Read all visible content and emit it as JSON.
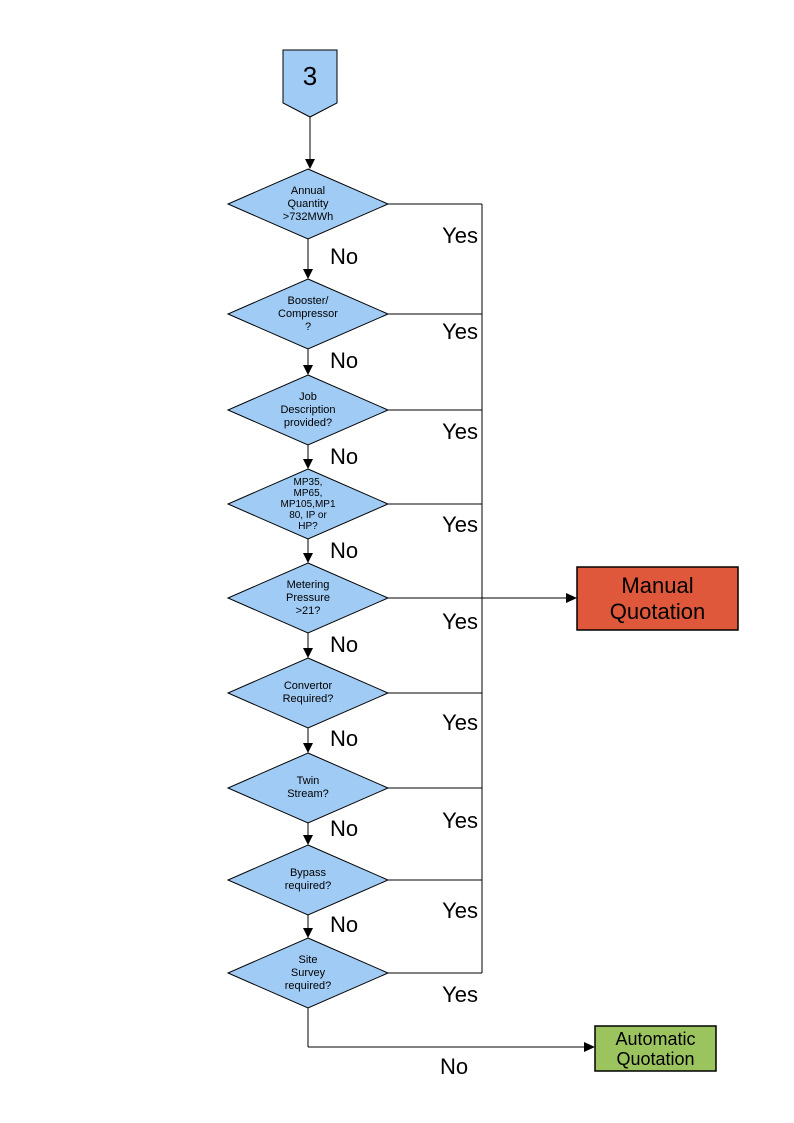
{
  "diagram": {
    "connector": {
      "label": "3"
    },
    "decisions": [
      {
        "id": "annual-quantity",
        "label": "Annual\nQuantity\n>732MWh",
        "yes": "Yes",
        "no": "No"
      },
      {
        "id": "booster-compressor",
        "label": "Booster/\nCompressor\n?",
        "yes": "Yes",
        "no": "No"
      },
      {
        "id": "job-description",
        "label": "Job\nDescription\nprovided?",
        "yes": "Yes",
        "no": "No"
      },
      {
        "id": "meter-type",
        "label": "MP35,\nMP65,\nMP105,MP1\n80, IP or\nHP?",
        "yes": "Yes",
        "no": "No"
      },
      {
        "id": "metering-pressure",
        "label": "Metering\nPressure\n>21?",
        "yes": "Yes",
        "no": "No"
      },
      {
        "id": "convertor-required",
        "label": "Convertor\nRequired?",
        "yes": "Yes",
        "no": "No"
      },
      {
        "id": "twin-stream",
        "label": "Twin\nStream?",
        "yes": "Yes",
        "no": "No"
      },
      {
        "id": "bypass-required",
        "label": "Bypass\nrequired?",
        "yes": "Yes",
        "no": "No"
      },
      {
        "id": "site-survey",
        "label": "Site\nSurvey\nrequired?",
        "yes": "Yes",
        "no": "No"
      }
    ],
    "outcomes": {
      "manual": {
        "label": "Manual\nQuotation"
      },
      "automatic": {
        "label": "Automatic\nQuotation"
      }
    },
    "colors": {
      "node_fill": "#9FCBF5",
      "manual_fill": "#E0583B",
      "automatic_fill": "#9BC45F",
      "line": "#000000"
    }
  }
}
